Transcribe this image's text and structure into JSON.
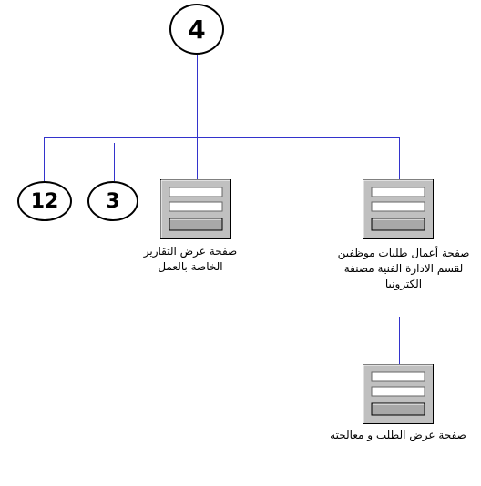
{
  "diagram": {
    "nodes": {
      "top": {
        "label": "4"
      },
      "ref_left": {
        "label": "12"
      },
      "ref_middle": {
        "label": "3"
      }
    },
    "pages": {
      "reports": {
        "label": "صفحة عرض التقارير الخاصة بالعمل"
      },
      "requests": {
        "label": "صفحة أعمال طلبات موظفين لقسم الادارة الفنية مصنفة الكترونيا"
      },
      "request_view": {
        "label": "صفحة عرض الطلب و معالجته"
      }
    }
  },
  "colors": {
    "connector": "#3333cc",
    "icon_face": "#c0c0c0",
    "icon_slot": "#ffffff",
    "icon_slot_active": "#a8a8a8"
  }
}
